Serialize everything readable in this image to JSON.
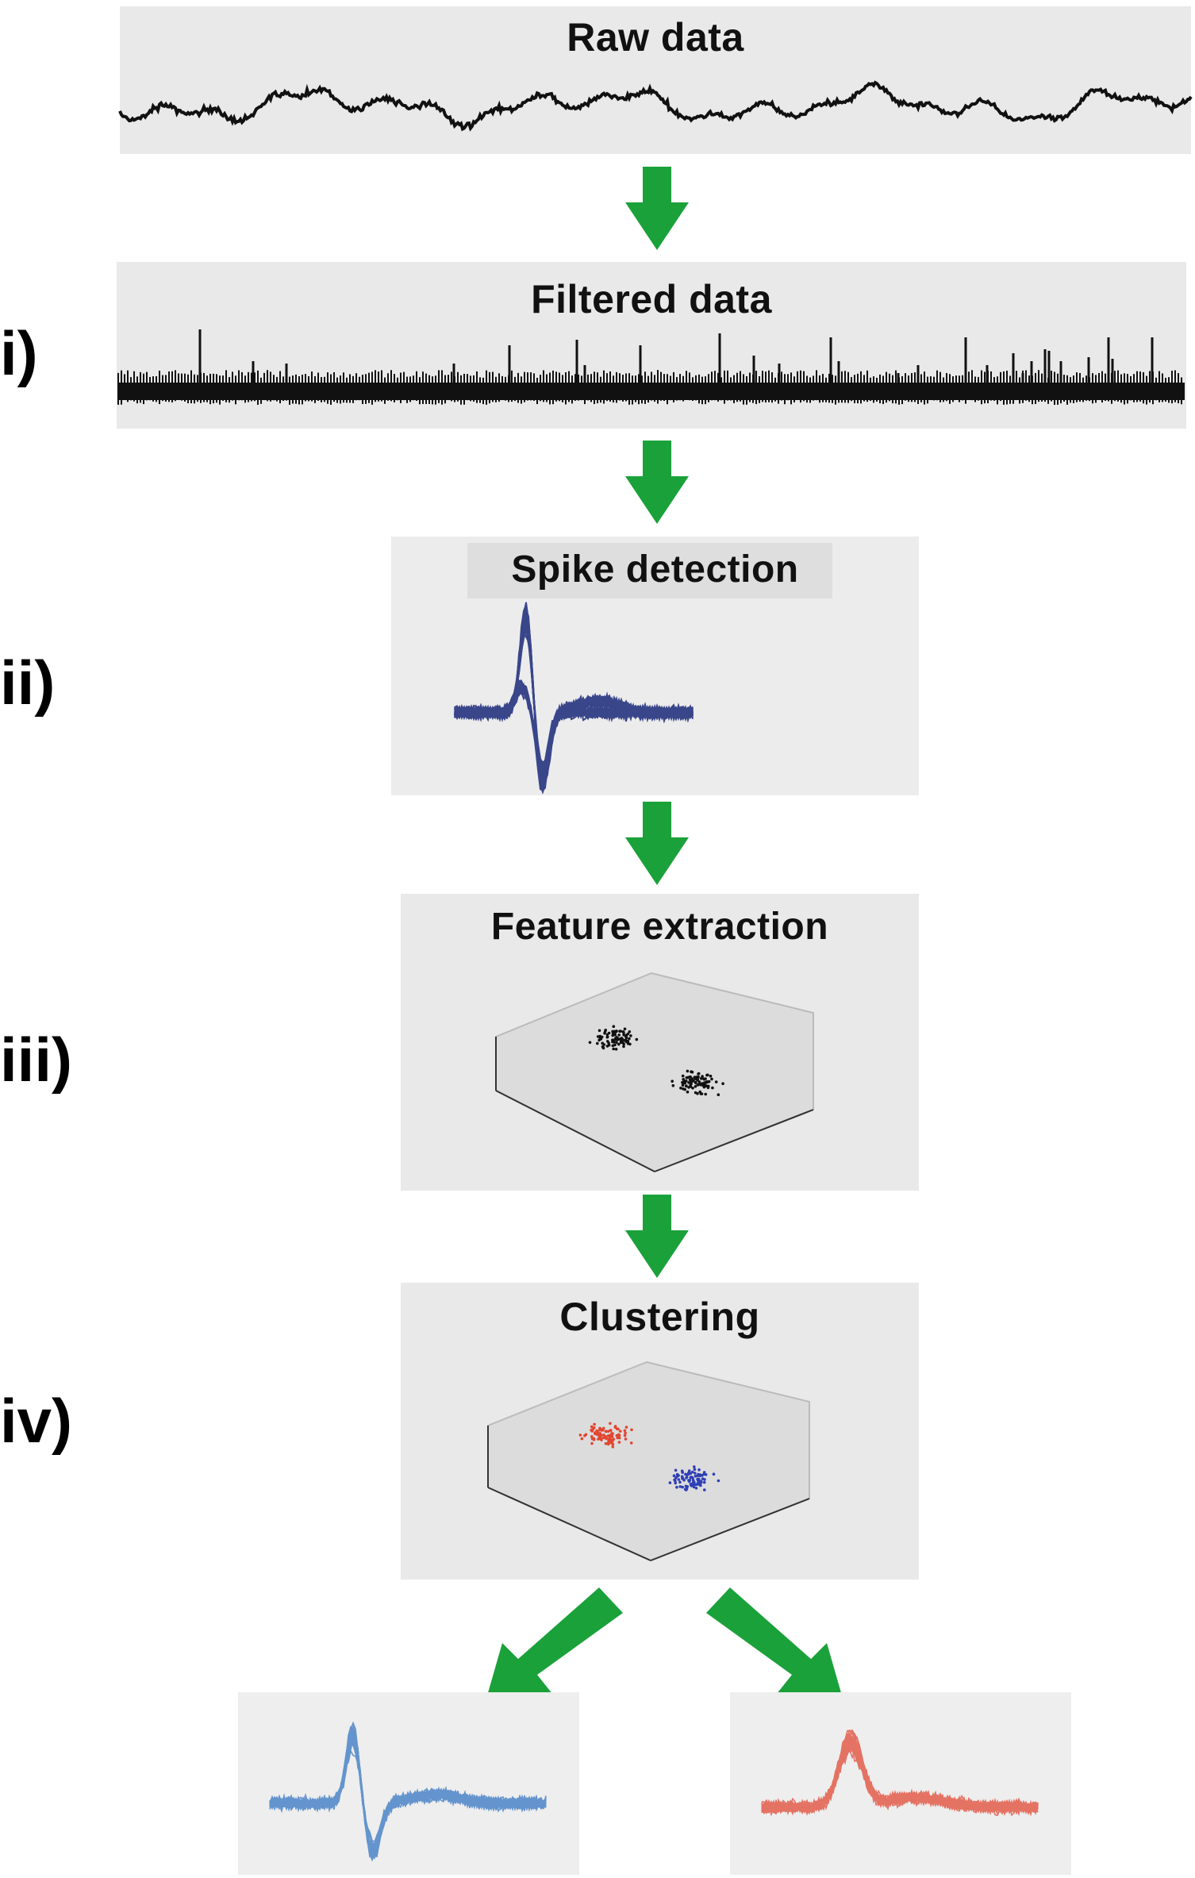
{
  "steps": {
    "raw": {
      "title": "Raw data"
    },
    "filtered": {
      "title": "Filtered data",
      "label": "i)"
    },
    "detection": {
      "title": "Spike detection",
      "label": "ii)"
    },
    "features": {
      "title": "Feature extraction",
      "label": "iii)"
    },
    "clustering": {
      "title": "Clustering",
      "label": "iv)"
    }
  },
  "colors": {
    "arrow": "#1aa13a",
    "trace": "#111111",
    "spikes": "#1b2a7a",
    "cluster_red": "#e2452f",
    "cluster_blue": "#2f3fb5",
    "unit_blue": "#2a6fc0",
    "unit_red": "#e0402a",
    "panel_bg": "#e9e9e9"
  },
  "icons": [
    "down-arrow-icon",
    "diagonal-arrow-icon"
  ]
}
